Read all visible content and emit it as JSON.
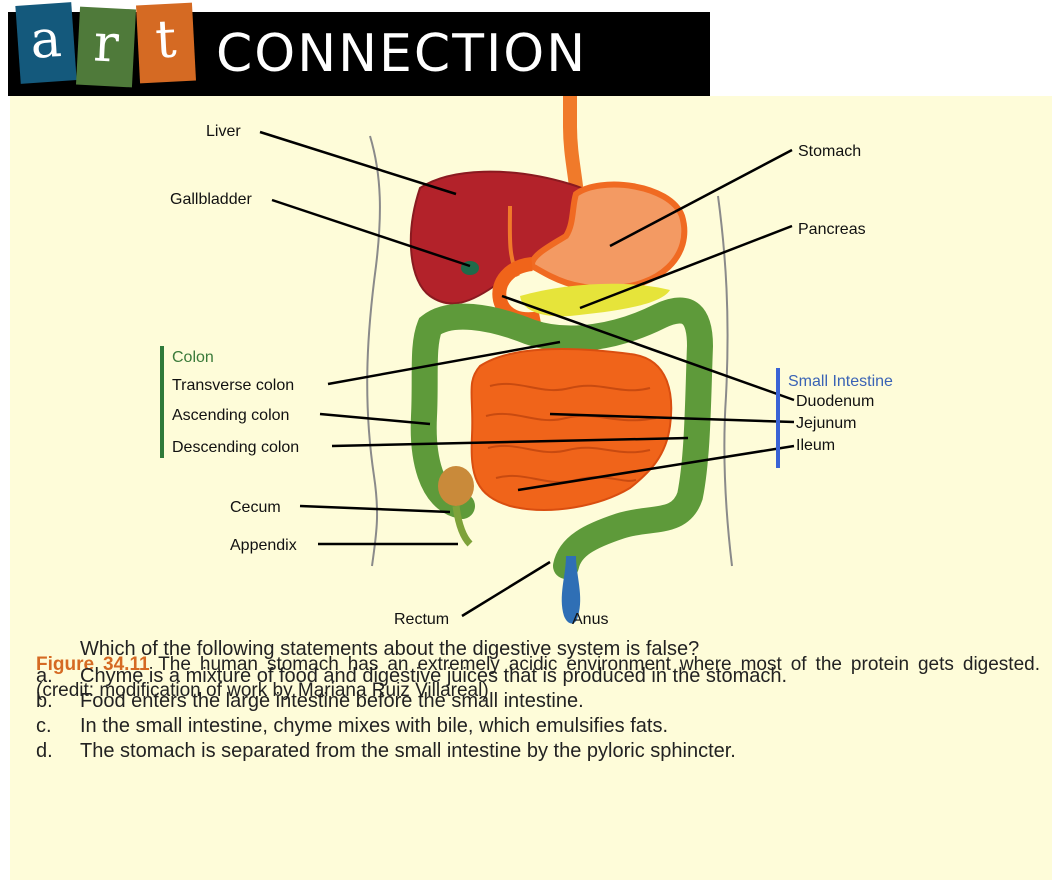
{
  "banner": {
    "letters": [
      "a",
      "r",
      "t"
    ],
    "title": "CONNECTION"
  },
  "figure": {
    "labels": {
      "liver": "Liver",
      "gallbladder": "Gallbladder",
      "stomach": "Stomach",
      "pancreas": "Pancreas",
      "colon": "Colon",
      "transverse_colon": "Transverse colon",
      "ascending_colon": "Ascending colon",
      "descending_colon": "Descending colon",
      "cecum": "Cecum",
      "appendix": "Appendix",
      "rectum": "Rectum",
      "anus": "Anus",
      "small_intestine": "Small Intestine",
      "duodenum": "Duodenum",
      "jejunum": "Jejunum",
      "ileum": "Ileum"
    },
    "colors": {
      "liver": "#b3222a",
      "stomach": "#f39a63",
      "esophagus": "#f07a2a",
      "colon": "#5e9a3a",
      "small_intestine": "#f0641a",
      "pancreas": "#e6e43a",
      "rectum": "#2f6fb5",
      "colon_bracket": "#2f7a3a",
      "intestine_bracket": "#3a63d5"
    }
  },
  "caption": {
    "figure_number": "Figure 34.11",
    "text": "The human stomach has an extremely acidic environment where most of the protein gets digested. (credit: modification of work by Mariana Ruiz Villareal)"
  },
  "question": {
    "prompt": "Which of the following statements about the digestive system is false?",
    "options": [
      {
        "letter": "a.",
        "text": "Chyme is a mixture of food and digestive juices that is produced in the stomach."
      },
      {
        "letter": "b.",
        "text": "Food enters the large intestine before the small intestine."
      },
      {
        "letter": "c.",
        "text": "In the small intestine, chyme mixes with bile, which emulsifies fats."
      },
      {
        "letter": "d.",
        "text": "The stomach is separated from the small intestine by the pyloric sphincter."
      }
    ]
  }
}
